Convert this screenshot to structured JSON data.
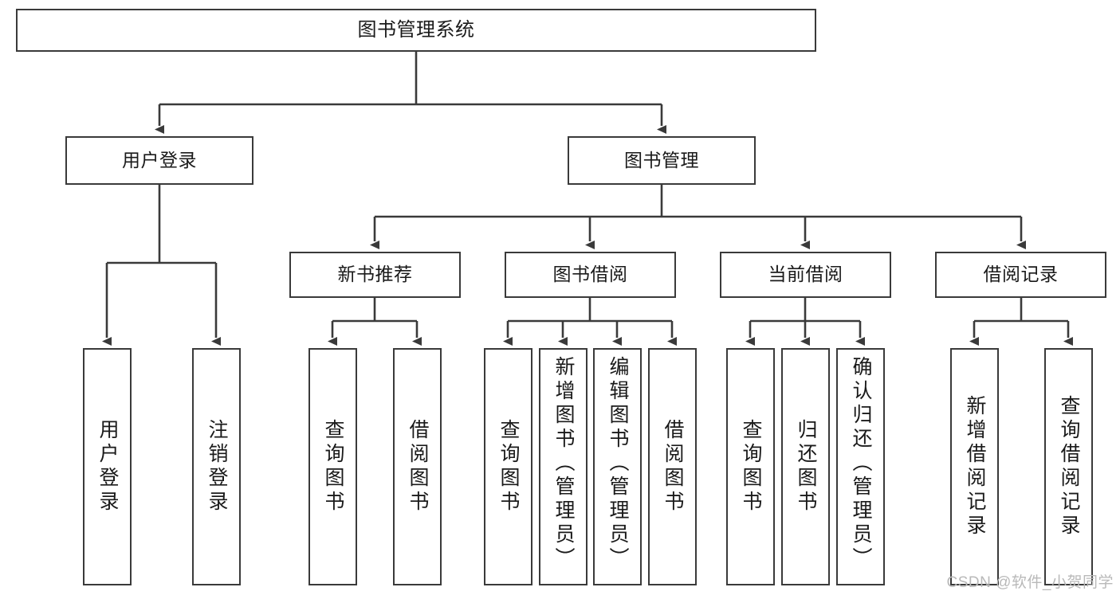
{
  "diagram": {
    "title": "图书管理系统",
    "type": "hierarchy-tree",
    "watermark": "CSDN @软件_小贺同学",
    "colors": {
      "background": "#ffffff",
      "node_border": "#3a3a3a",
      "node_fill": "#ffffff",
      "edge": "#3a3a3a",
      "text": "#1a1a1a",
      "watermark": "#b9b9b9"
    },
    "root": {
      "id": "root",
      "label": "图书管理系统"
    },
    "level2": [
      {
        "id": "user-login",
        "label": "用户登录"
      },
      {
        "id": "book-management",
        "label": "图书管理"
      }
    ],
    "level3": [
      {
        "id": "new-book-recommend",
        "label": "新书推荐",
        "parent": "book-management"
      },
      {
        "id": "book-borrow",
        "label": "图书借阅",
        "parent": "book-management"
      },
      {
        "id": "current-borrow",
        "label": "当前借阅",
        "parent": "book-management"
      },
      {
        "id": "borrow-record",
        "label": "借阅记录",
        "parent": "book-management"
      }
    ],
    "leaves": [
      {
        "id": "leaf-user-login",
        "label": "用户登录",
        "parent": "user-login"
      },
      {
        "id": "leaf-user-logout",
        "label": "注销登录",
        "parent": "user-login"
      },
      {
        "id": "leaf-query-book-1",
        "label": "查询图书",
        "parent": "new-book-recommend"
      },
      {
        "id": "leaf-borrow-book-1",
        "label": "借阅图书",
        "parent": "new-book-recommend"
      },
      {
        "id": "leaf-query-book-2",
        "label": "查询图书",
        "parent": "book-borrow"
      },
      {
        "id": "leaf-add-book",
        "label": "新增图书（管理员）",
        "parent": "book-borrow"
      },
      {
        "id": "leaf-edit-book",
        "label": "编辑图书（管理员）",
        "parent": "book-borrow"
      },
      {
        "id": "leaf-borrow-book-2",
        "label": "借阅图书",
        "parent": "book-borrow"
      },
      {
        "id": "leaf-query-book-3",
        "label": "查询图书",
        "parent": "current-borrow"
      },
      {
        "id": "leaf-return-book",
        "label": "归还图书",
        "parent": "current-borrow"
      },
      {
        "id": "leaf-confirm-return",
        "label": "确认归还（管理员）",
        "parent": "current-borrow"
      },
      {
        "id": "leaf-add-record",
        "label": "新增借阅记录",
        "parent": "borrow-record"
      },
      {
        "id": "leaf-query-record",
        "label": "查询借阅记录",
        "parent": "borrow-record"
      }
    ]
  }
}
